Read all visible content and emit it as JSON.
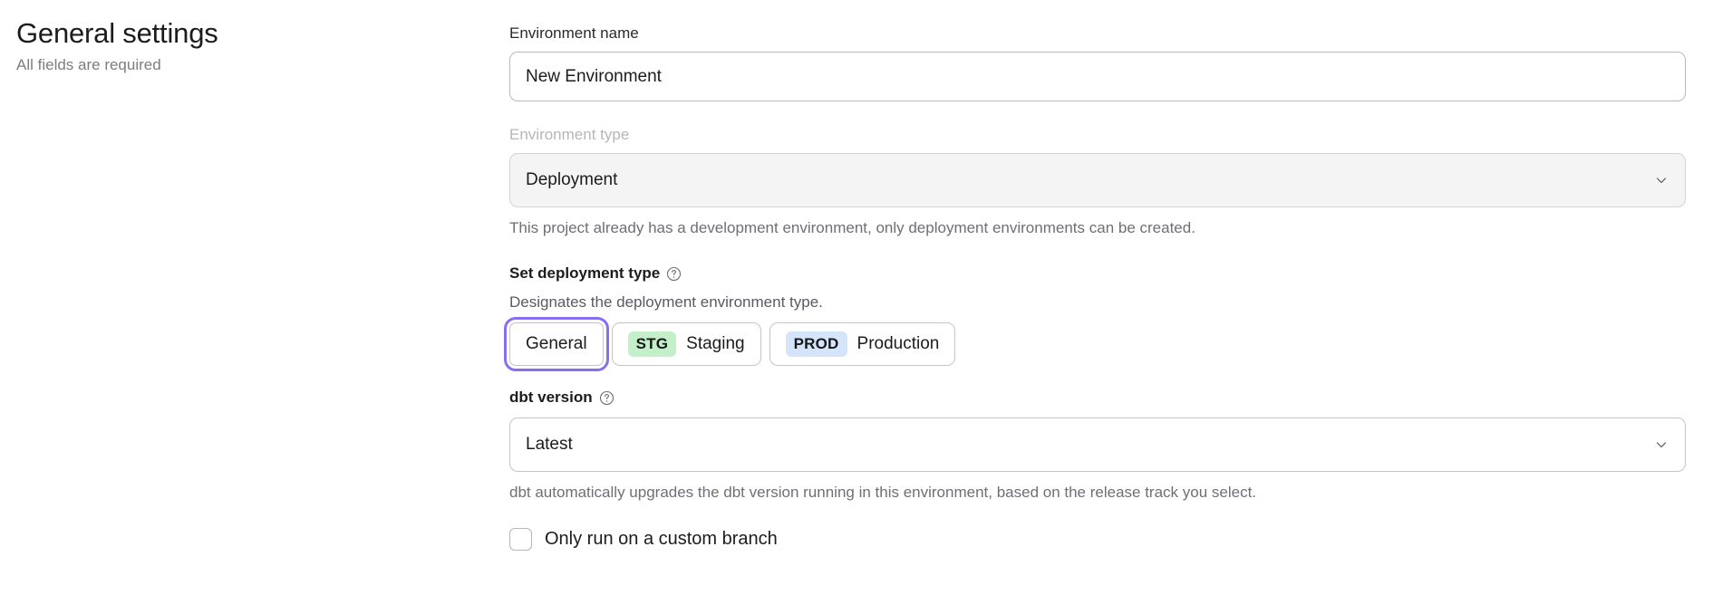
{
  "header": {
    "title": "General settings",
    "subtitle": "All fields are required"
  },
  "form": {
    "environment_name": {
      "label": "Environment name",
      "value": "New Environment",
      "placeholder": "Environment name"
    },
    "environment_type": {
      "label": "Environment type",
      "value": "Deployment",
      "disabled": true,
      "helper_text": "This project already has a development environment, only deployment environments can be created.",
      "chevron_icon": "chevron-down-icon"
    },
    "deployment_type": {
      "label": "Set deployment type",
      "help_icon": "question-circle-icon",
      "description": "Designates the deployment environment type.",
      "options": [
        {
          "label": "General",
          "badge": "",
          "badge_color": "",
          "selected": true
        },
        {
          "label": "Staging",
          "badge": "STG",
          "badge_color": "#c3f0c8",
          "selected": false
        },
        {
          "label": "Production",
          "badge": "PROD",
          "badge_color": "#d4e4fa",
          "selected": false
        }
      ],
      "focus_ring_color": "#8a6ef2"
    },
    "dbt_version": {
      "label": "dbt version",
      "help_icon": "question-circle-icon",
      "value": "Latest",
      "chevron_icon": "chevron-down-icon",
      "helper_text": "dbt automatically upgrades the dbt version running in this environment, based on the release track you select."
    },
    "custom_branch": {
      "label": "Only run on a custom branch",
      "checked": false
    }
  }
}
